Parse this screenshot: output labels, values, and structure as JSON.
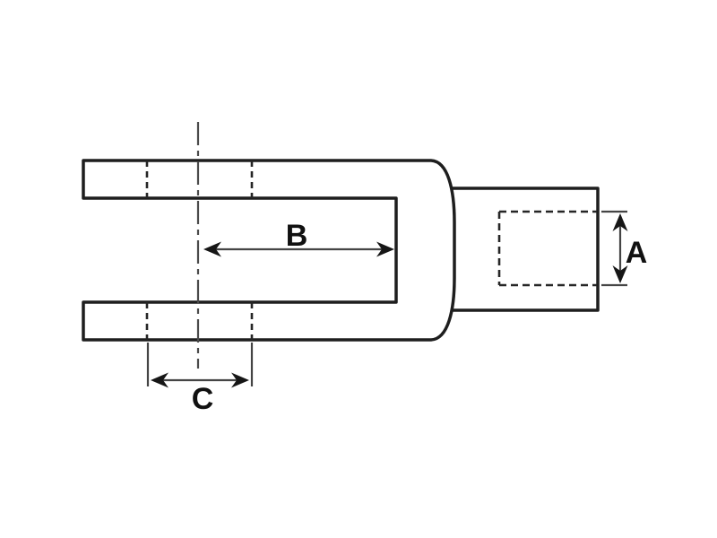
{
  "figure": {
    "name": "clevis-fork-dimension-drawing",
    "description": "Technical outline drawing of a clevis fork with threaded shank, hidden pin-hole lines, centerline, and dimension callouts A, B and C",
    "colors": {
      "background": "#ffffff",
      "outline": "#1e1e1e",
      "hidden-line": "#262626",
      "centerline": "#4a4a4a",
      "dimension": "#454545",
      "arrowhead": "#161616",
      "label": "#111111"
    },
    "labels": {
      "a": "A",
      "b": "B",
      "c": "C"
    }
  }
}
